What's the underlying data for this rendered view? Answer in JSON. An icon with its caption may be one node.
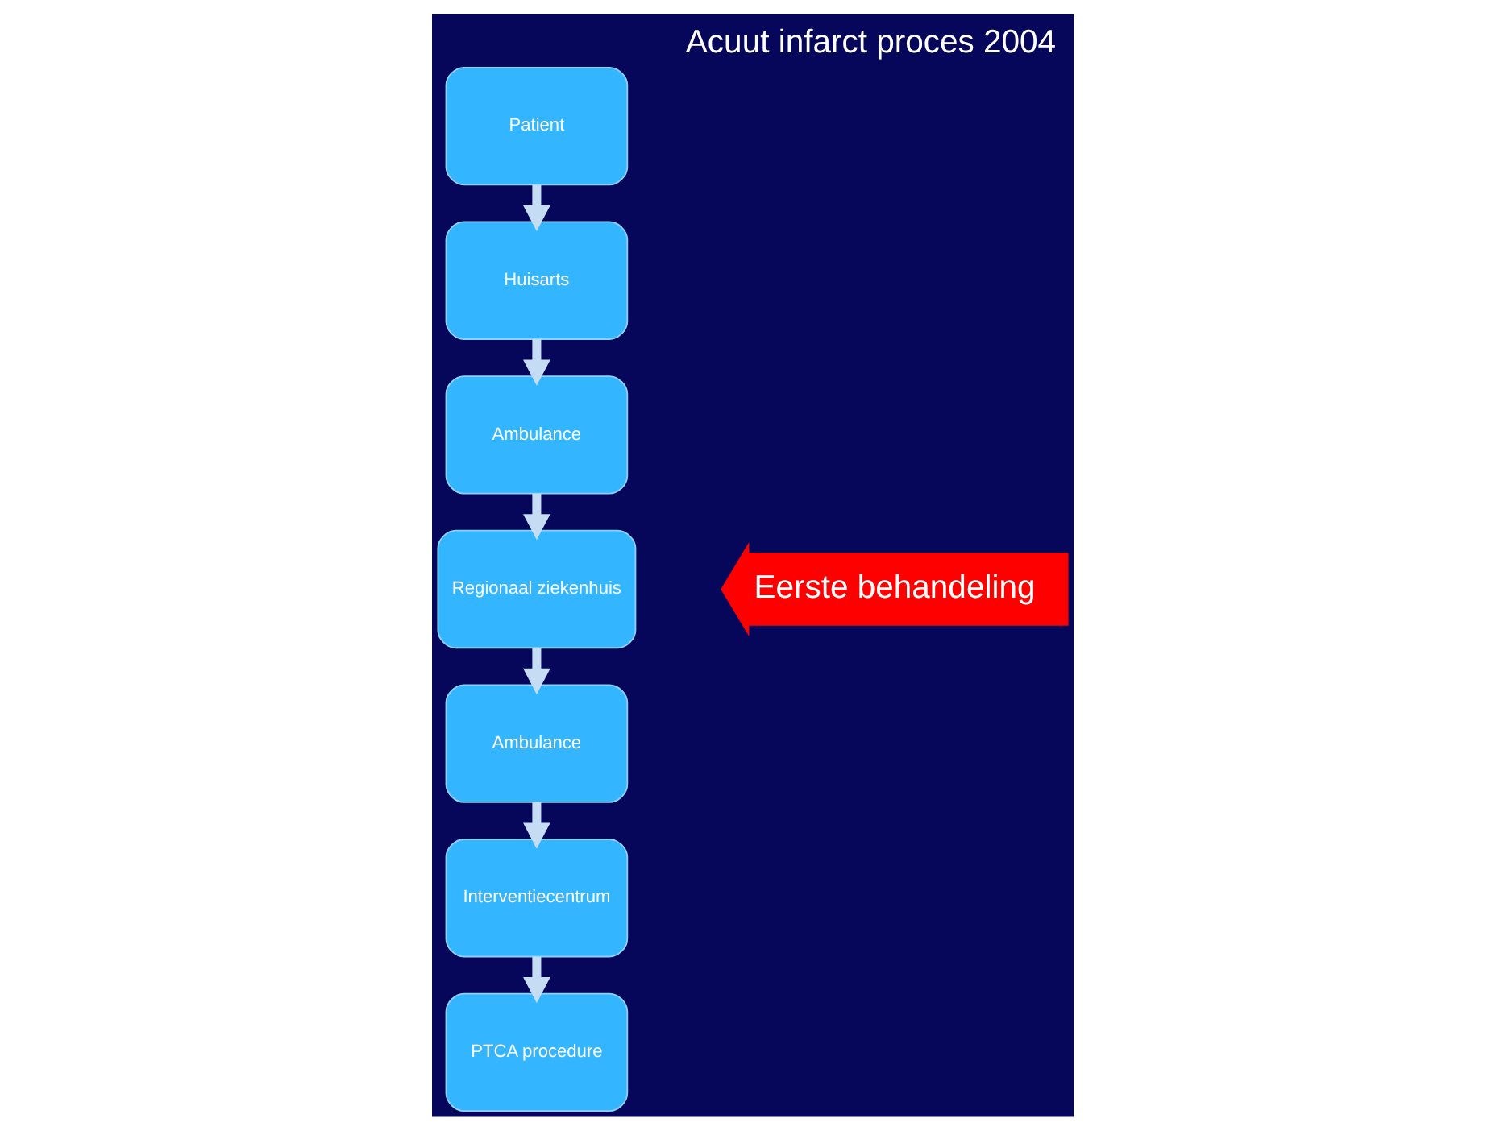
{
  "diagram": {
    "title": "Acuut infarct proces 2004",
    "nodes": [
      {
        "text": [
          "Patient"
        ]
      },
      {
        "text": [
          "Huisarts"
        ]
      },
      {
        "text": [
          "Ambulance"
        ]
      },
      {
        "text": [
          "Regionaal ziekenhuis"
        ]
      },
      {
        "text": [
          "Ambulance"
        ]
      },
      {
        "text": [
          "Interventiecentrum"
        ]
      },
      {
        "text": [
          "PTCA procedure"
        ]
      },
      {
        "text": [
          "Eerste behandeling"
        ]
      }
    ],
    "edges": [
      {
        "from": 0,
        "to": 1,
        "arrow": "to"
      },
      {
        "from": 1,
        "to": 2,
        "arrow": "to"
      },
      {
        "from": 2,
        "to": 3,
        "arrow": "to"
      },
      {
        "from": 3,
        "to": 4,
        "arrow": "to"
      },
      {
        "from": 4,
        "to": 5,
        "arrow": "to"
      },
      {
        "from": 5,
        "to": 6,
        "arrow": "to"
      }
    ]
  }
}
